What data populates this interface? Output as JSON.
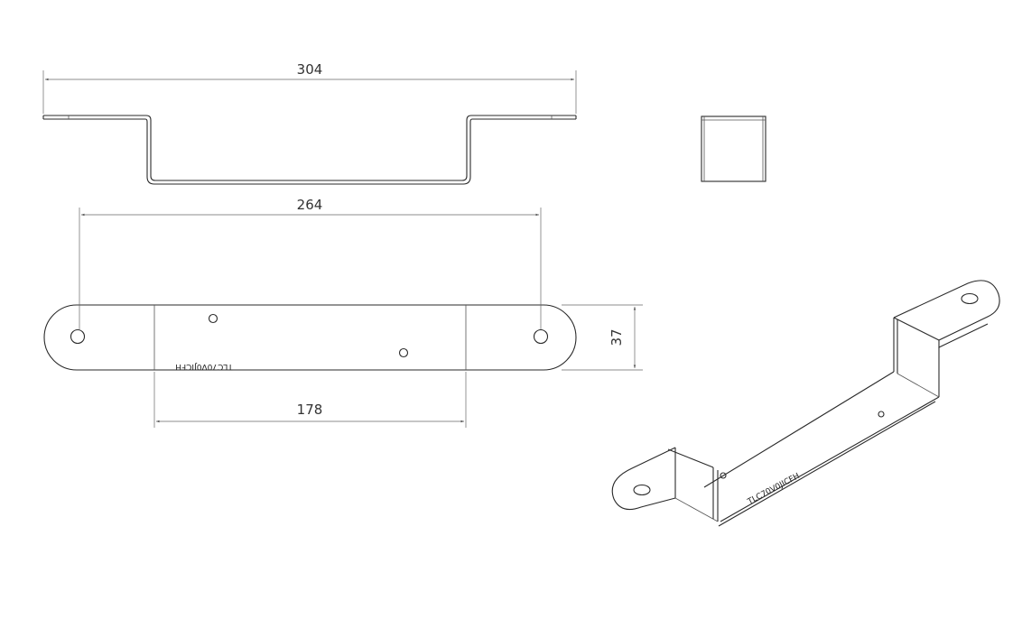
{
  "dimensions": {
    "overall_length": "304",
    "hole_spacing": "264",
    "center_length": "178",
    "width": "37"
  },
  "engraving": {
    "part_code": "TLC70V0JICFH"
  }
}
